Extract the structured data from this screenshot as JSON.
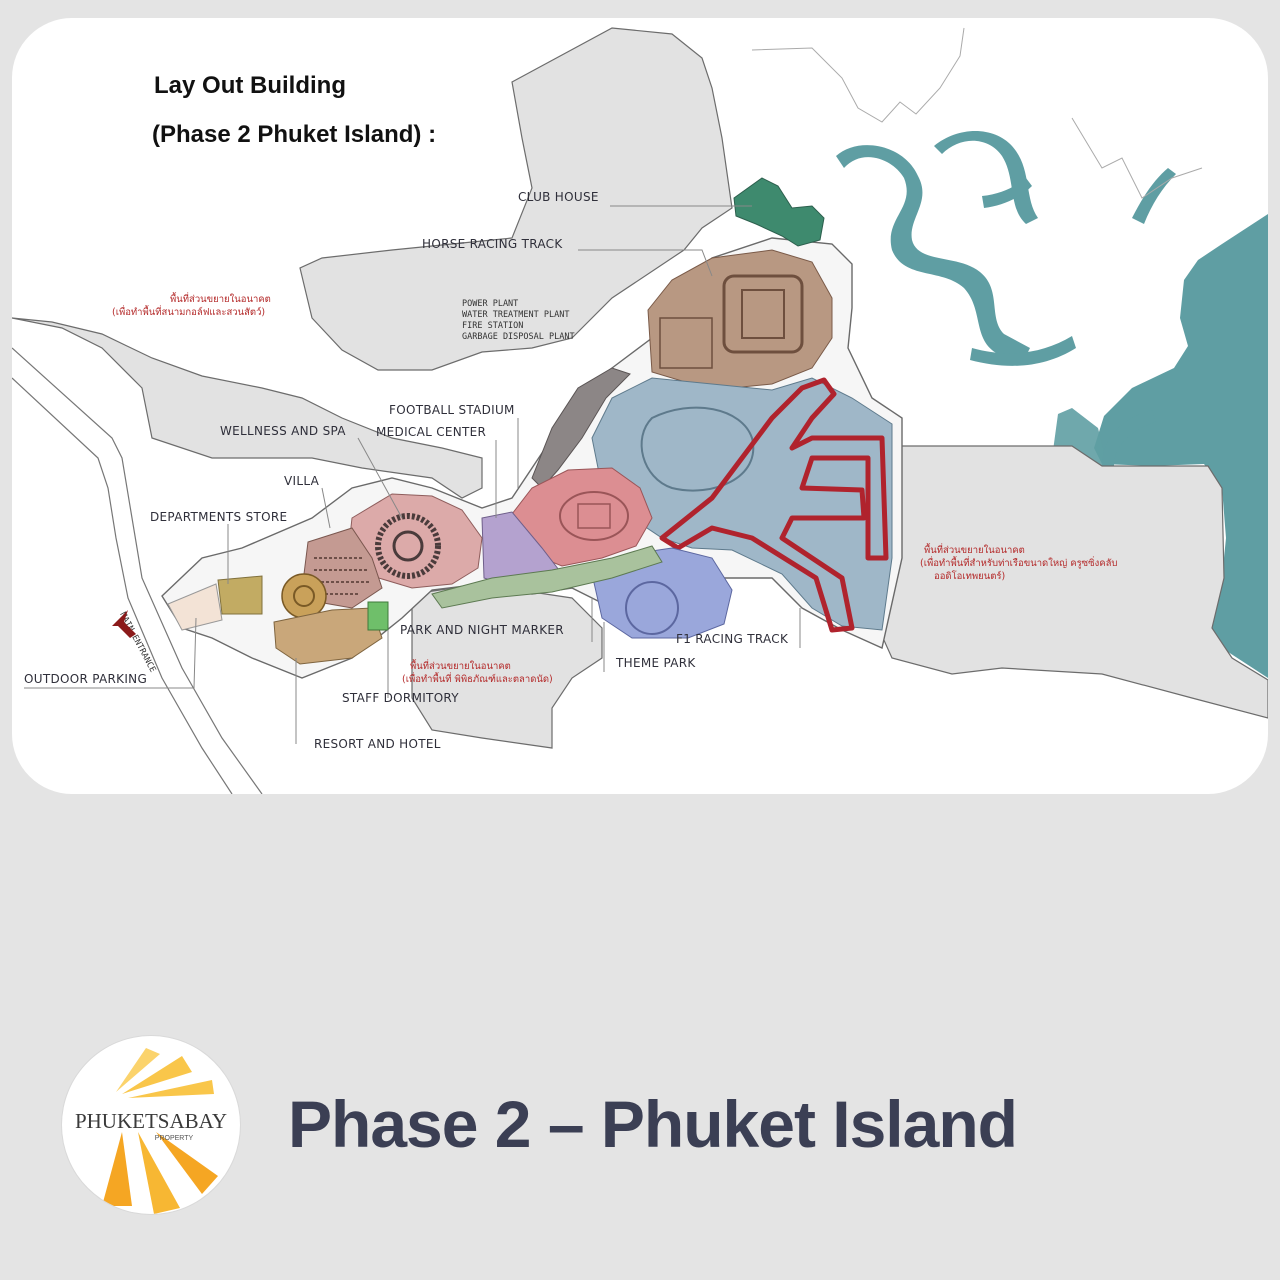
{
  "map": {
    "title_line1": "Lay Out Building",
    "title_line2": "(Phase 2 Phuket Island) :",
    "labels": {
      "club_house": "CLUB HOUSE",
      "horse_racing_track": "HORSE RACING TRACK",
      "power_plant": "POWER PLANT",
      "water_treatment": "WATER TREATMENT PLANT",
      "fire_station": "FIRE STATION",
      "garbage_disposal": "GARBAGE DISPOSAL PLANT",
      "football_stadium": "FOOTBALL STADIUM",
      "wellness_spa": "WELLNESS AND SPA",
      "medical_center": "MEDICAL CENTER",
      "villa": "VILLA",
      "departments_store": "DEPARTMENTS STORE",
      "park_night_marker": "PARK AND NIGHT MARKER",
      "f1_racing_track": "F1 RACING TRACK",
      "theme_park": "THEME PARK",
      "staff_dormitory": "STAFF DORMITORY",
      "resort_hotel": "RESORT AND HOTEL",
      "outdoor_parking": "OUTDOOR PARKING",
      "main_entrance": "MAIN ENTRANCE"
    },
    "thai_notes": {
      "left_line1": "พื้นที่ส่วนขยายในอนาคต",
      "left_line2": "(เพื่อทำพื้นที่สนามกอล์ฟและสวนสัตว์)",
      "right_line1": "พื้นที่ส่วนขยายในอนาคต",
      "right_line2": "(เพื่อทำพื้นที่สำหรับท่าเรือขนาดใหญ่ ครูซซิ่งคลับ",
      "right_line3": "ออดิโอเทพยนตร์)",
      "bottom_line1": "พื้นที่ส่วนขยายในอนาคต",
      "bottom_line2": "(เพื่อทำพื้นที่ พิพิธภัณฑ์และตลาดนัด)"
    },
    "colors": {
      "water": "#5f9ea3",
      "club_house": "#3e8a6e",
      "horse_track": "#b89882",
      "football": "#dc8e92",
      "wellness": "#dcaaa9",
      "f1_zone": "#9fb7c8",
      "f1_track": "#b0232d",
      "theme_park": "#9aa7db",
      "medical": "#b4a2cf",
      "park": "#a9c29d",
      "department": "#c2ab63",
      "resort": "#c9a77a",
      "utility": "#8c8686",
      "future_land": "#e2e2e2"
    }
  },
  "footer": {
    "logo_name_part1": "PHUKET",
    "logo_name_part2": "SABAY",
    "logo_sub": "PROPERTY",
    "title": "Phase 2 – Phuket Island"
  }
}
